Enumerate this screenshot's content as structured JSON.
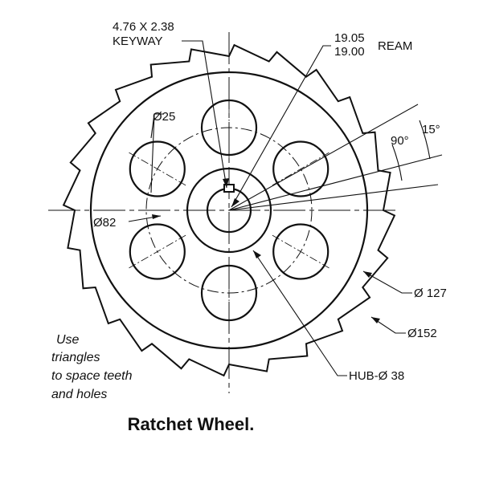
{
  "caption": "Ratchet Wheel.",
  "labels": {
    "keyway_size": "4.76 X 2.38",
    "keyway": "KEYWAY",
    "ream_upper": "19.05",
    "ream_lower": "19.00",
    "ream": "REAM",
    "angle_90": "90°",
    "angle_15": "15°",
    "hole_dia": "Ø25",
    "bolt_circle": "Ø82",
    "inner_dia": "Ø 127",
    "outer_dia": "Ø152",
    "hub": "HUB-Ø 38"
  },
  "note": {
    "lines": [
      "Use",
      "triangles",
      "to space teeth",
      "and holes"
    ]
  },
  "wheel": {
    "tooth_count": 24,
    "hole_count": 6
  },
  "colors": {
    "ink": "#111111",
    "paper": "#ffffff"
  }
}
